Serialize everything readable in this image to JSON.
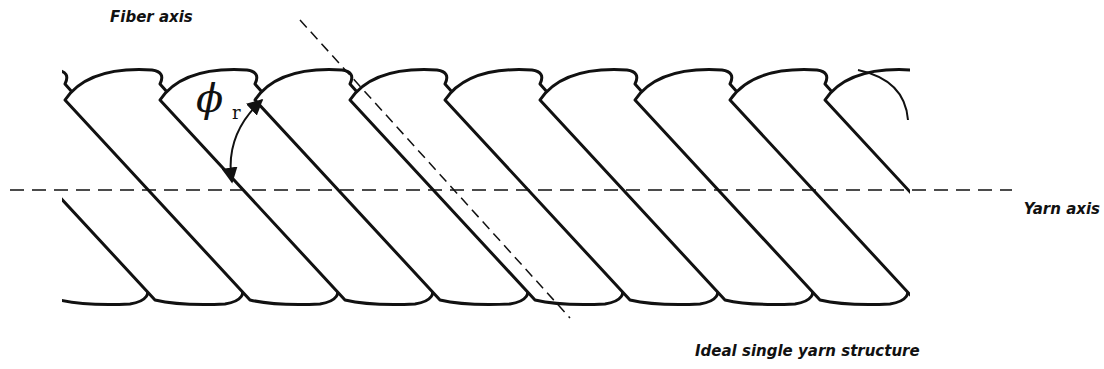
{
  "diagram": {
    "labels": [
      "Fiber axis",
      "ϕ",
      "r",
      "Yarn axis",
      "Ideal single yarn structure"
    ]
  }
}
